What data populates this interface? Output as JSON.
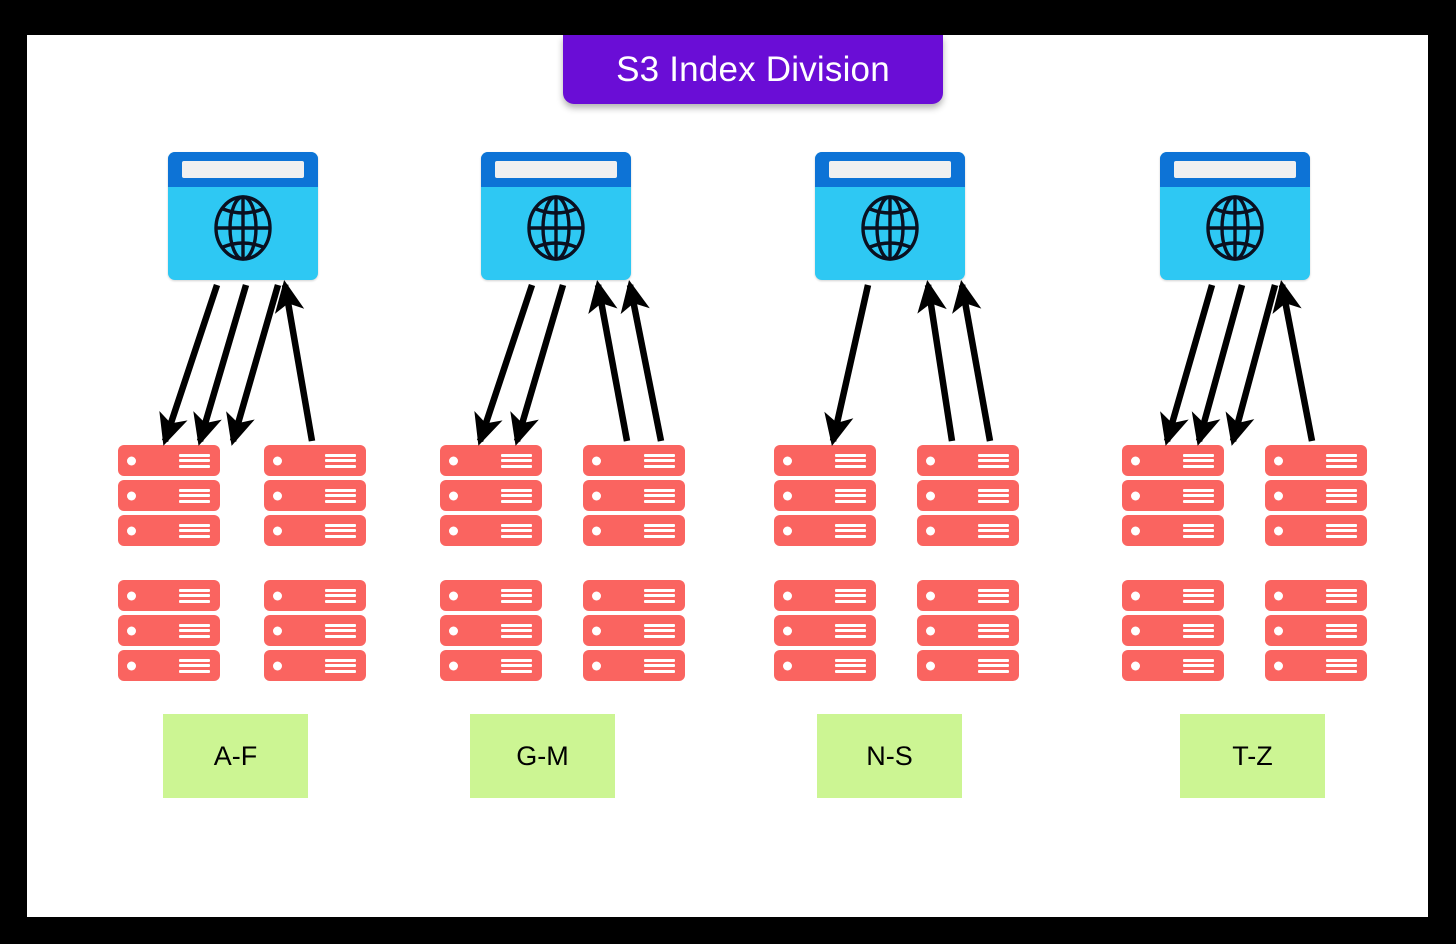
{
  "diagram": {
    "title": "S3 Index Division",
    "title_color": "#6a0dd6",
    "title_text_color": "#ffffff",
    "frame_color": "#000000",
    "canvas_color": "#ffffff",
    "server_color": "#fa6460",
    "browser_body_color": "#2ec8f3",
    "browser_bar_color": "#0d73d6",
    "range_box_color": "#ccf593",
    "arrow_color": "#000000",
    "columns": [
      {
        "id": "col-1",
        "range_label": "A-F",
        "browser_icon": "browser-globe-icon",
        "server_groups": 4,
        "servers_per_group": 3,
        "arrows_down": 3,
        "arrows_up": 1
      },
      {
        "id": "col-2",
        "range_label": "G-M",
        "browser_icon": "browser-globe-icon",
        "server_groups": 4,
        "servers_per_group": 3,
        "arrows_down": 2,
        "arrows_up": 2
      },
      {
        "id": "col-3",
        "range_label": "N-S",
        "browser_icon": "browser-globe-icon",
        "server_groups": 4,
        "servers_per_group": 3,
        "arrows_down": 1,
        "arrows_up": 2
      },
      {
        "id": "col-4",
        "range_label": "T-Z",
        "browser_icon": "browser-globe-icon",
        "server_groups": 4,
        "servers_per_group": 3,
        "arrows_down": 3,
        "arrows_up": 1
      }
    ]
  }
}
